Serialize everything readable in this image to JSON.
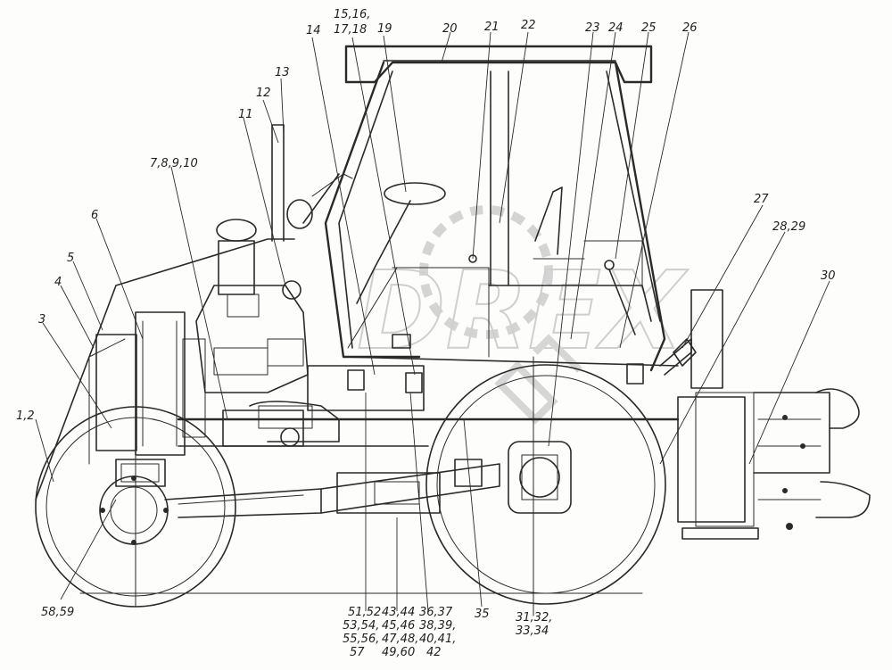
{
  "callouts": [
    "1,2",
    "3",
    "4",
    "5",
    "6",
    "7,8,9,10",
    "11",
    "12",
    "13",
    "14",
    "15,16,",
    "17,18",
    "19",
    "20",
    "21",
    "22",
    "23",
    "24",
    "25",
    "26",
    "27",
    "28,29",
    "30",
    "58,59",
    "51,52",
    "53,54,",
    "55,56,",
    "57",
    "43,44",
    "45,46",
    "47,48,",
    "49,60",
    "36,37",
    "38,39,",
    "40,41,",
    "42",
    "35",
    "31,32,",
    "33,34"
  ],
  "watermark": "DREX",
  "colors": {
    "ink": "#2a2a2a",
    "watermark": "#cfcfcf",
    "paper": "#fdfdfb"
  }
}
